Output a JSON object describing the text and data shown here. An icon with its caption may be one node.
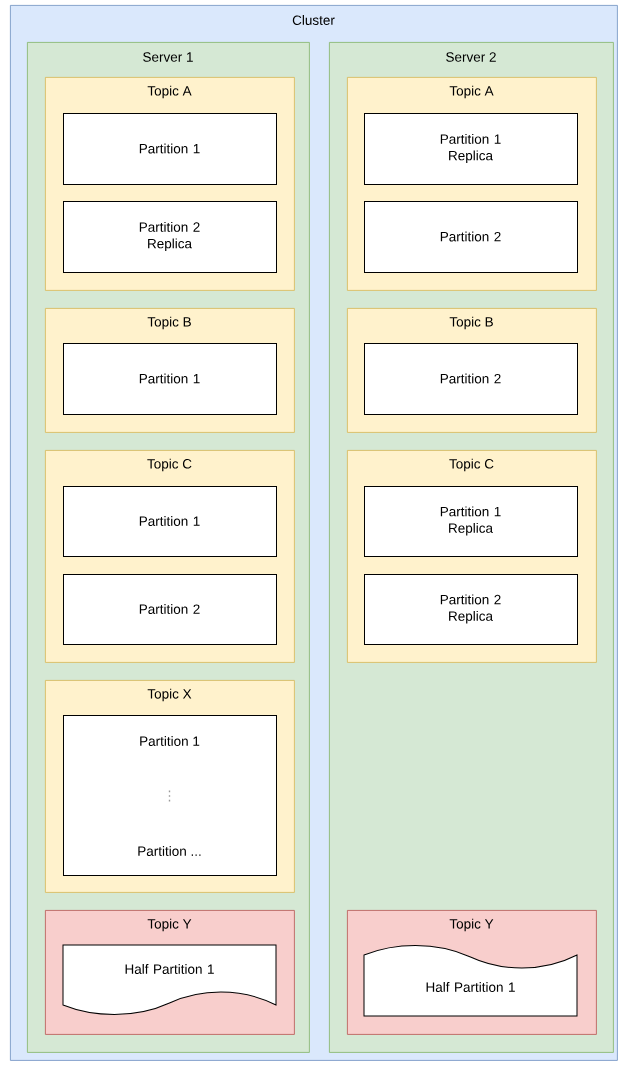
{
  "diagram": {
    "nodes": [
      {
        "text": [
          "Cluster"
        ]
      },
      {
        "text": [
          "Server 1"
        ],
        "in": 0
      },
      {
        "text": [
          "Topic A"
        ],
        "in": 1
      },
      {
        "text": [
          "Partition 1"
        ],
        "in": 2
      },
      {
        "text": [
          "Partition 2 Replica"
        ],
        "in": 2
      },
      {
        "text": [
          "Topic B"
        ],
        "in": 1
      },
      {
        "text": [
          "Partition 1"
        ],
        "in": 5
      },
      {
        "text": [
          "Topic C"
        ],
        "in": 1
      },
      {
        "text": [
          "Partition 1"
        ],
        "in": 7
      },
      {
        "text": [
          "Partition 2"
        ],
        "in": 7
      },
      {
        "text": [
          "Topic X"
        ],
        "in": 1
      },
      {
        "text": [
          "Partition 1",
          "⋮",
          "Partition ..."
        ],
        "in": 10
      },
      {
        "text": [
          "Topic Y"
        ],
        "in": 1
      },
      {
        "text": [
          "Half Partition 1"
        ],
        "in": 12
      },
      {
        "text": [
          "Server 2"
        ],
        "in": 0
      },
      {
        "text": [
          "Topic A"
        ],
        "in": 14
      },
      {
        "text": [
          "Partition 1 Replica"
        ],
        "in": 15
      },
      {
        "text": [
          "Partition 2"
        ],
        "in": 15
      },
      {
        "text": [
          "Topic B"
        ],
        "in": 14
      },
      {
        "text": [
          "Partition 2"
        ],
        "in": 18
      },
      {
        "text": [
          "Topic C"
        ],
        "in": 14
      },
      {
        "text": [
          "Partition 1 Replica"
        ],
        "in": 20
      },
      {
        "text": [
          "Partition 2 Replica"
        ],
        "in": 20
      },
      {
        "text": [
          "Topic Y"
        ],
        "in": 14
      },
      {
        "text": [
          "Half Partition 1"
        ],
        "in": 23
      }
    ]
  }
}
